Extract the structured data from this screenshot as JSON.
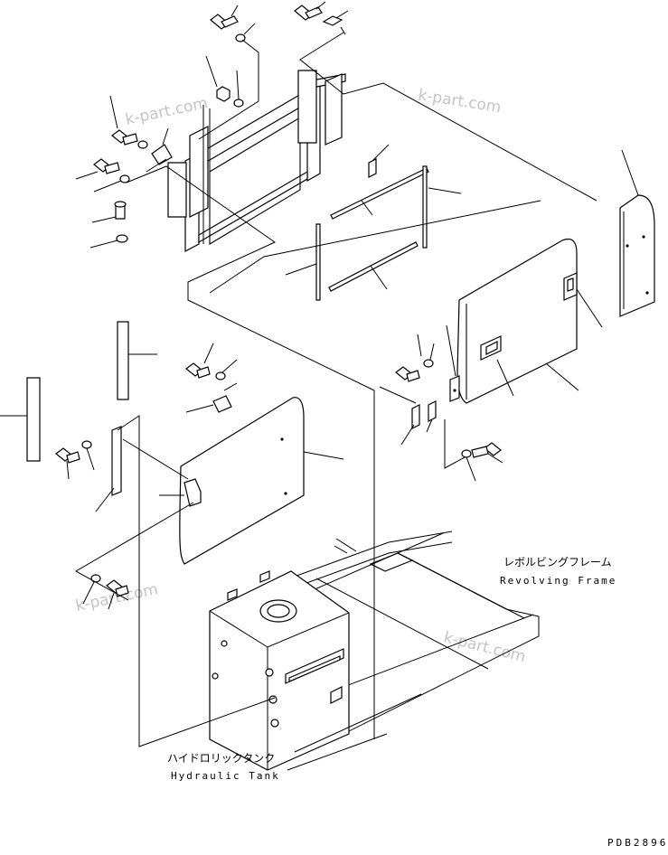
{
  "labels": {
    "revolving_frame_jp": "レボルビングフレーム",
    "revolving_frame_en": "Revolving Frame",
    "hydraulic_tank_jp": "ハイドロリックタンク",
    "hydraulic_tank_en": "Hydraulic Tank",
    "drawing_code": "PDB2896"
  },
  "watermarks": [
    {
      "text": "k-part.com"
    },
    {
      "text": "k-part.com"
    },
    {
      "text": "k-part.com"
    },
    {
      "text": "k-part.com"
    }
  ],
  "colors": {
    "line": "#000000",
    "background": "#ffffff",
    "watermark": "#c4c4c4"
  }
}
